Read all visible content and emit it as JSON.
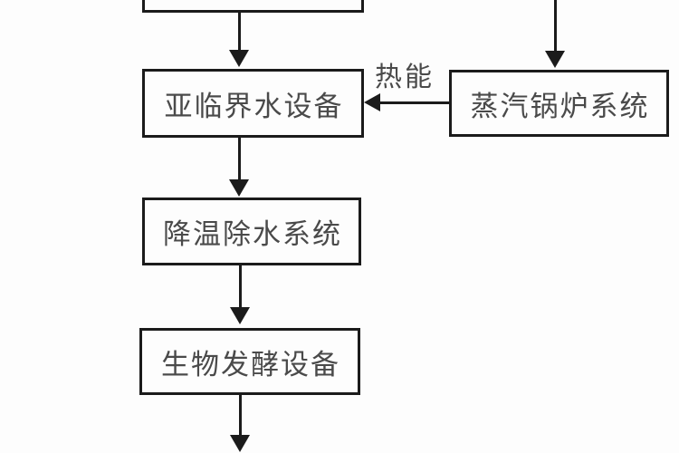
{
  "diagram": {
    "type": "flowchart",
    "colors": {
      "background": "#fdfdfd",
      "line": "#1b1b1b",
      "text": "#4a4a4a"
    },
    "nodes": {
      "top_partial": {
        "note": "box cut off at top edge of screenshot, no visible label"
      },
      "subcritical": {
        "label": "亚临界水设备"
      },
      "boiler": {
        "label": "蒸汽锅炉系统"
      },
      "cooling": {
        "label": "降温除水系统"
      },
      "fermentation": {
        "label": "生物发酵设备"
      }
    },
    "edge_labels": {
      "heat_energy": "热能"
    },
    "edges": [
      {
        "from": "top_partial",
        "to": "subcritical",
        "style": "arrow-down"
      },
      {
        "from": "top-offscreen",
        "to": "boiler",
        "style": "arrow-down"
      },
      {
        "from": "boiler",
        "to": "subcritical",
        "style": "arrow-left",
        "label": "热能"
      },
      {
        "from": "subcritical",
        "to": "cooling",
        "style": "arrow-down"
      },
      {
        "from": "cooling",
        "to": "fermentation",
        "style": "arrow-down"
      },
      {
        "from": "fermentation",
        "to": "bottom-offscreen",
        "style": "arrow-down"
      }
    ]
  }
}
